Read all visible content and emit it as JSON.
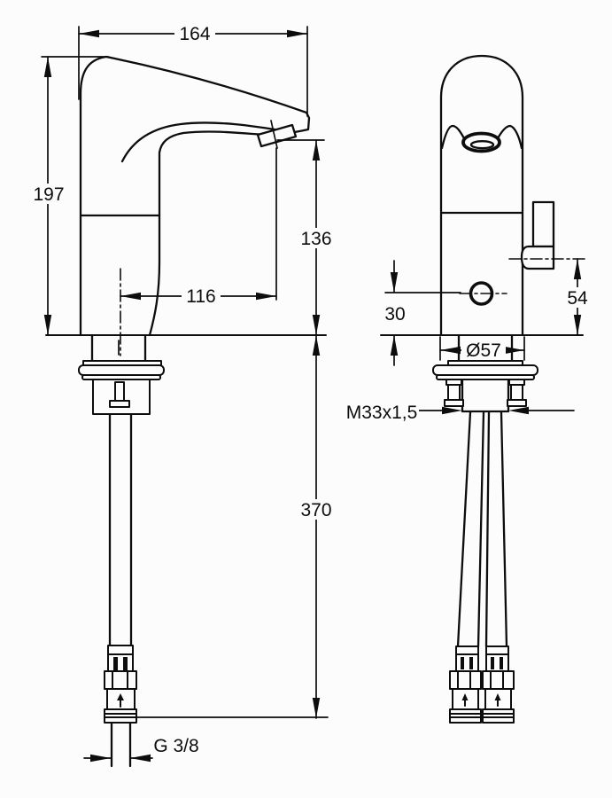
{
  "meta": {
    "type": "technical-dimension-drawing",
    "subject": "sensor basin mixer faucet, side and front elevation with mounting parts",
    "background_color": "#fcfcfc",
    "line_color": "#0d0d0d",
    "views": [
      "side-elevation",
      "front-elevation"
    ]
  },
  "dimensions": {
    "projection": "164",
    "height": "197",
    "outlet_height": "136",
    "reach": "116",
    "hose_length": "370",
    "supply_thread": "G 3/8",
    "sensor_height": "30",
    "lever_height": "54",
    "base_diameter": "Ø57",
    "mounting_thread": "M33x1,5"
  }
}
